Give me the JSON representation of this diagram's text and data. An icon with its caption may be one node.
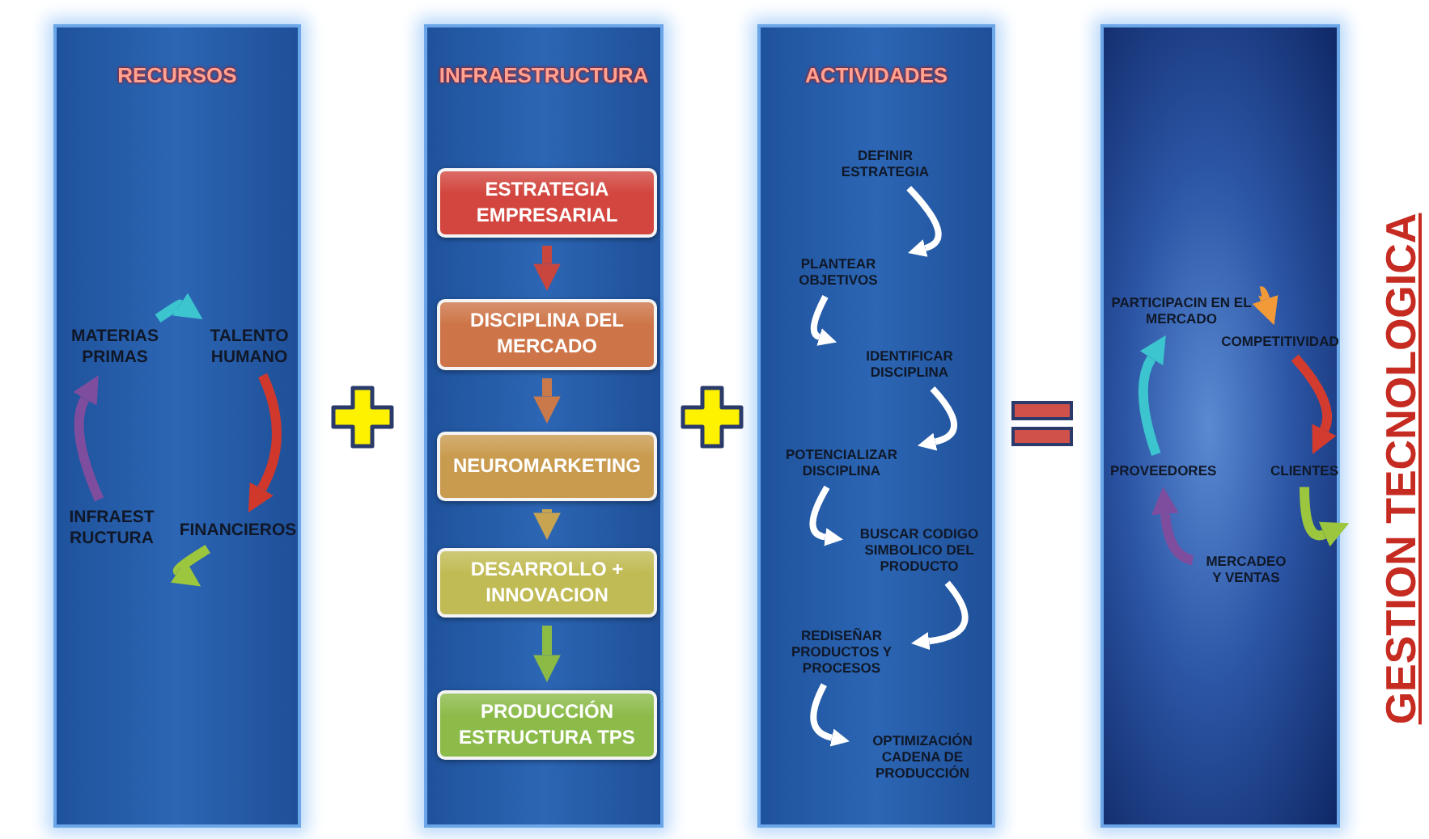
{
  "diagram": {
    "nodes": [
      {
        "text": [
          "RECURSOS"
        ]
      },
      {
        "text": [
          "MATERIAS PRIMAS"
        ],
        "in": 0
      },
      {
        "text": [
          "TALENTO HUMANO"
        ],
        "in": 0
      },
      {
        "text": [
          "FINANCIEROS"
        ],
        "in": 0
      },
      {
        "text": [
          "INFRAEST RUCTURA"
        ],
        "in": 0
      },
      {
        "text": [
          "INFRAESTRUCTURA"
        ]
      },
      {
        "text": [
          "ESTRATEGIA EMPRESARIAL"
        ],
        "in": 5
      },
      {
        "text": [
          "DISCIPLINA DEL MERCADO"
        ],
        "in": 5
      },
      {
        "text": [
          "NEUROMARKETING"
        ],
        "in": 5
      },
      {
        "text": [
          "DESARROLLO + INNOVACION"
        ],
        "in": 5
      },
      {
        "text": [
          "PRODUCCIÓN ESTRUCTURA TPS"
        ],
        "in": 5
      },
      {
        "text": [
          "ACTIVIDADES"
        ]
      },
      {
        "text": [
          "DEFINIR ESTRATEGIA"
        ],
        "in": 11
      },
      {
        "text": [
          "PLANTEAR OBJETIVOS"
        ],
        "in": 11
      },
      {
        "text": [
          "IDENTIFICAR DISCIPLINA"
        ],
        "in": 11
      },
      {
        "text": [
          "POTENCIALIZAR DISCIPLINA"
        ],
        "in": 11
      },
      {
        "text": [
          "BUSCAR CODIGO SIMBOLICO DEL PRODUCTO"
        ],
        "in": 11
      },
      {
        "text": [
          "REDISEÑAR PRODUCTOS Y PROCESOS"
        ],
        "in": 11
      },
      {
        "text": [
          "OPTIMIZACIÓN CADENA DE PRODUCCIÓN"
        ],
        "in": 11
      },
      {
        "text": [],
        "shape": "box"
      },
      {
        "text": [
          "PARTICIPACIN EN EL MERCADO"
        ],
        "in": 19
      },
      {
        "text": [
          "COMPETITIVIDAD"
        ],
        "in": 19
      },
      {
        "text": [
          "CLIENTES"
        ],
        "in": 19
      },
      {
        "text": [
          "MERCADEO Y VENTAS"
        ],
        "in": 19
      },
      {
        "text": [
          "PROVEEDORES"
        ],
        "in": 19
      }
    ],
    "edges": [
      {
        "from": 1,
        "to": 2,
        "arrow": "to",
        "color": "#3cc4cf"
      },
      {
        "from": 2,
        "to": 3,
        "arrow": "to",
        "color": "#d0382b"
      },
      {
        "from": 3,
        "to": 4,
        "arrow": "to",
        "color": "#9bc63d"
      },
      {
        "from": 4,
        "to": 1,
        "arrow": "to",
        "color": "#7e4d9e"
      },
      {
        "from": 6,
        "to": 7,
        "arrow": "to",
        "color": "#c8463e"
      },
      {
        "from": 7,
        "to": 8,
        "arrow": "to",
        "color": "#c9794a"
      },
      {
        "from": 8,
        "to": 9,
        "arrow": "to",
        "color": "#c8a451"
      },
      {
        "from": 9,
        "to": 10,
        "arrow": "to",
        "color": "#8cbb45"
      },
      {
        "from": 12,
        "to": 13,
        "arrow": "to",
        "color": "#ffffff"
      },
      {
        "from": 13,
        "to": 14,
        "arrow": "to",
        "color": "#ffffff"
      },
      {
        "from": 14,
        "to": 15,
        "arrow": "to",
        "color": "#ffffff"
      },
      {
        "from": 15,
        "to": 16,
        "arrow": "to",
        "color": "#ffffff"
      },
      {
        "from": 16,
        "to": 17,
        "arrow": "to",
        "color": "#ffffff"
      },
      {
        "from": 17,
        "to": 18,
        "arrow": "to",
        "color": "#ffffff"
      },
      {
        "from": 20,
        "to": 21,
        "arrow": "to",
        "color": "#f29a38"
      },
      {
        "from": 21,
        "to": 22,
        "arrow": "to",
        "color": "#d33b2f"
      },
      {
        "from": 22,
        "to": 23,
        "arrow": "to",
        "color": "#9bc63d"
      },
      {
        "from": 23,
        "to": 24,
        "arrow": "to",
        "color": "#7e4d9e"
      },
      {
        "from": 24,
        "to": 20,
        "arrow": "to",
        "color": "#3cc4cf"
      }
    ],
    "labels": [
      "GESTION TECNOLOGICA"
    ]
  }
}
